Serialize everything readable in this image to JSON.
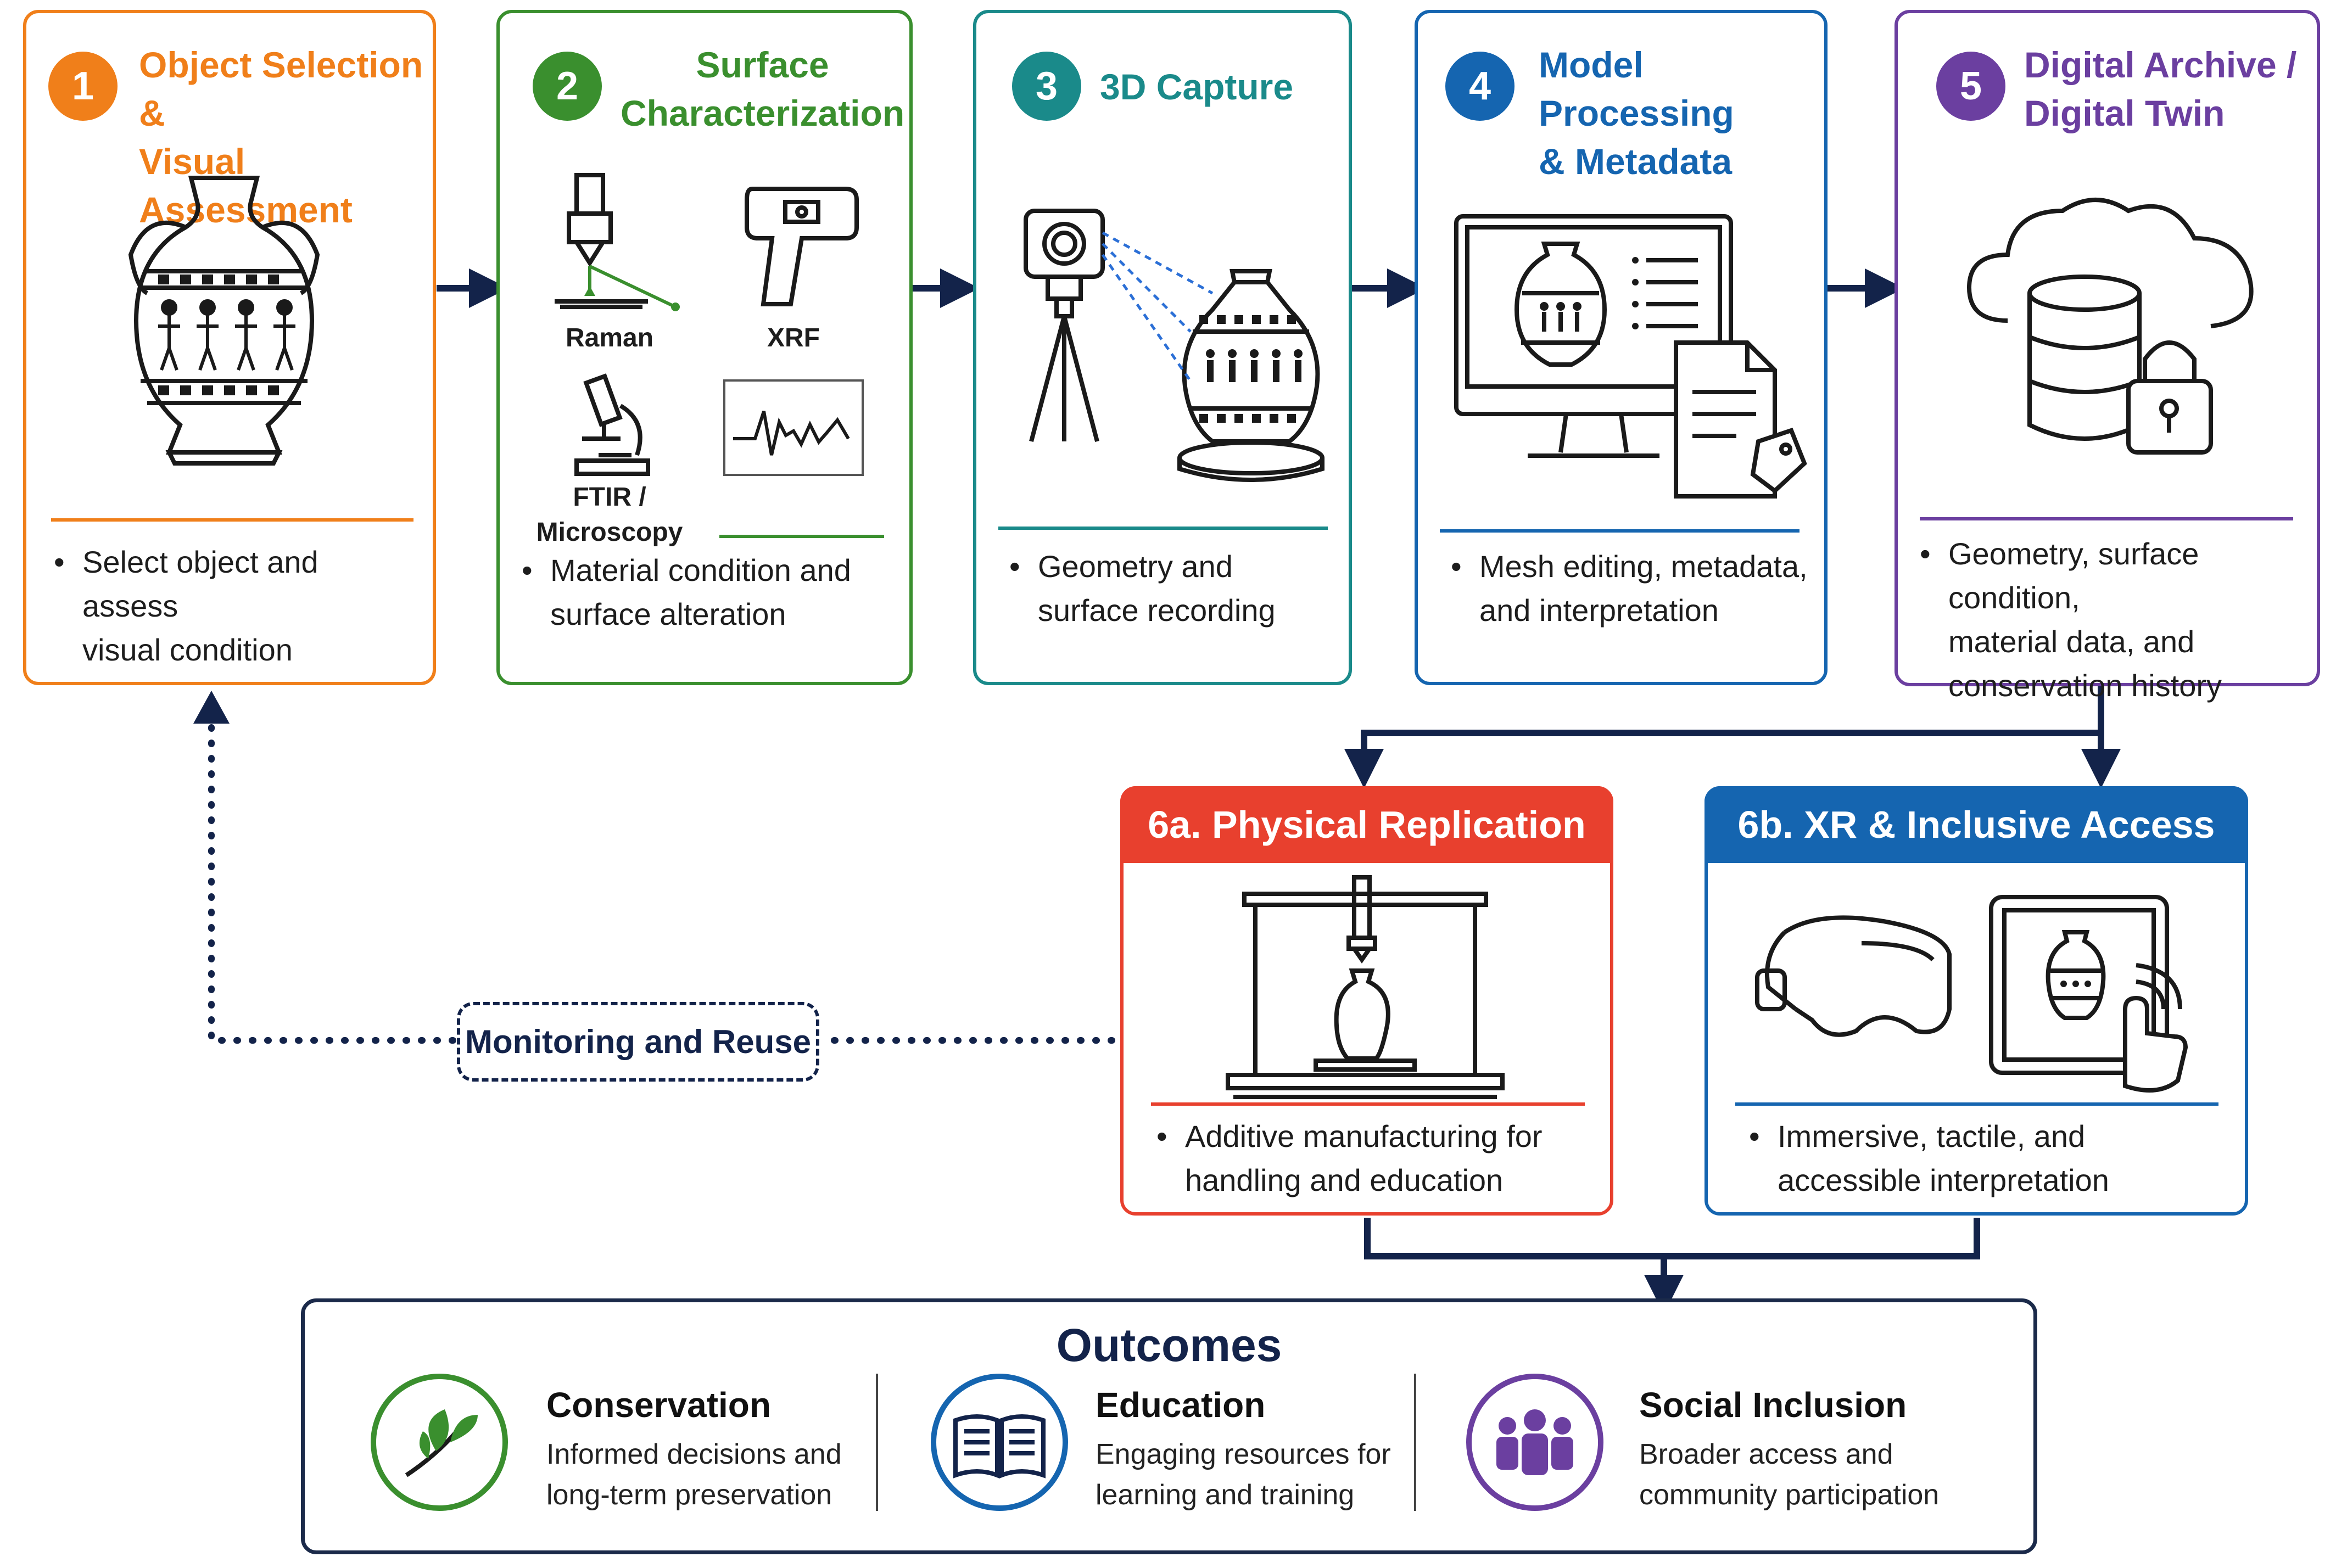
{
  "steps": [
    {
      "num": "1",
      "title_line1": "Object Selection &",
      "title_line2": "Visual Assessment",
      "bullet": [
        "Select object and assess",
        "visual condition"
      ],
      "color": "#f07f1a"
    },
    {
      "num": "2",
      "title_line1": "Surface",
      "title_line2": "Characterization",
      "bullet": [
        "Material condition and",
        "surface alteration"
      ],
      "color": "#3a8f2e"
    },
    {
      "num": "3",
      "title_line1": "3D Capture",
      "bullet": [
        "Geometry and",
        "surface recording"
      ],
      "color": "#1a8a8a"
    },
    {
      "num": "4",
      "title_line1": "Model Processing",
      "title_line2": "& Metadata",
      "bullet": [
        "Mesh editing, metadata,",
        "and interpretation"
      ],
      "color": "#1565b0"
    },
    {
      "num": "5",
      "title_line1": "Digital Archive /",
      "title_line2": "Digital Twin",
      "bullet": [
        "Geometry, surface condition,",
        "material data, and",
        "conservation history"
      ],
      "color": "#6b3fa0"
    }
  ],
  "instruments": {
    "raman": "Raman",
    "xrf": "XRF",
    "ftir_line1": "FTIR /",
    "ftir_line2": "Microscopy"
  },
  "outputs": [
    {
      "title": "6a. Physical Replication",
      "bullet": [
        "Additive manufacturing for",
        "handling and education"
      ],
      "color": "#e8402e"
    },
    {
      "title": "6b. XR & Inclusive Access",
      "bullet": [
        "Immersive, tactile, and",
        "accessible interpretation"
      ],
      "color": "#1565b0"
    }
  ],
  "feedback_label": "Monitoring and Reuse",
  "outcomes": {
    "heading": "Outcomes",
    "items": [
      {
        "title": "Conservation",
        "line1": "Informed decisions and",
        "line2": "long-term preservation",
        "icon": "leaf-icon",
        "color": "#3a8f2e"
      },
      {
        "title": "Education",
        "line1": "Engaging resources for",
        "line2": "learning and training",
        "icon": "book-icon",
        "color": "#1565b0"
      },
      {
        "title": "Social Inclusion",
        "line1": "Broader access and",
        "line2": "community participation",
        "icon": "people-icon",
        "color": "#6b3fa0"
      }
    ]
  },
  "colors": {
    "navy": "#13234a",
    "border_outcomes": "#1b2a4a"
  }
}
